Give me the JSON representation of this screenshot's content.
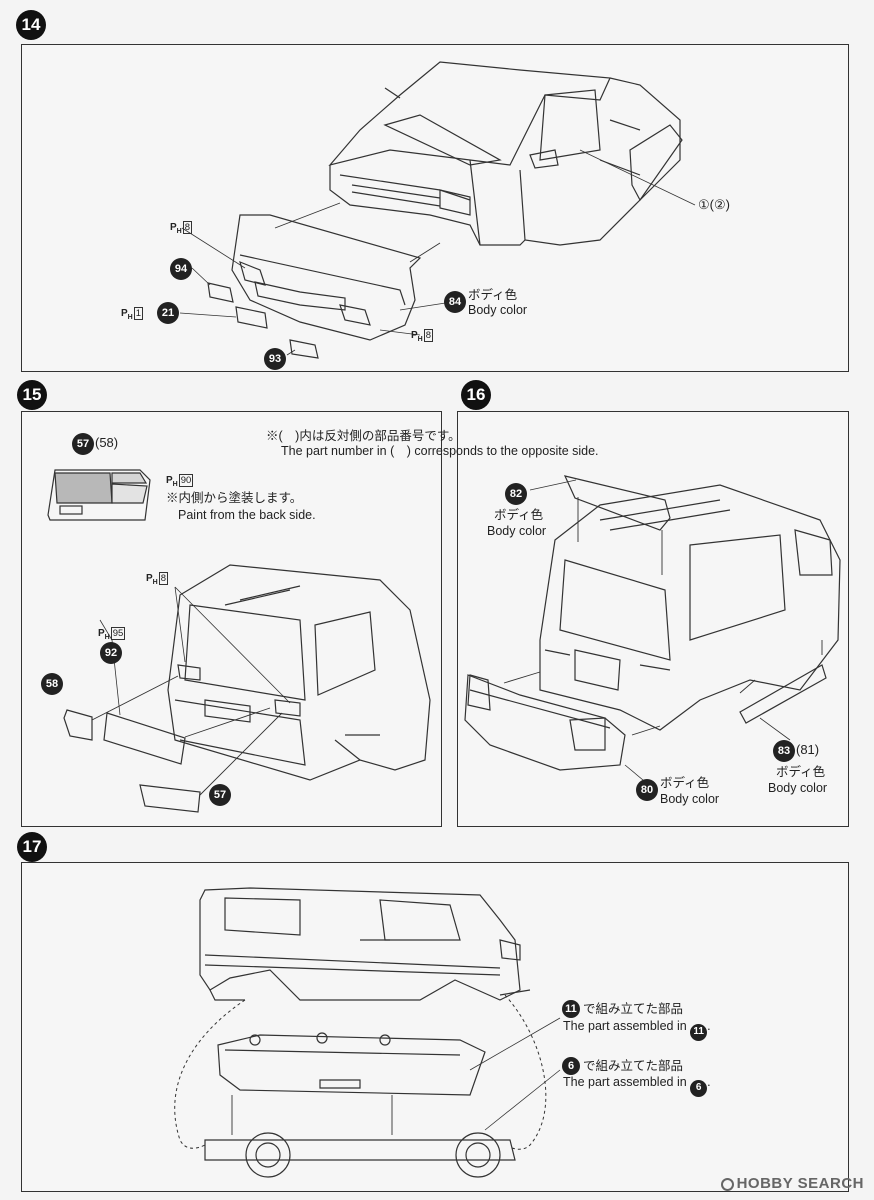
{
  "steps": {
    "s14": {
      "number": "14"
    },
    "s15": {
      "number": "15"
    },
    "s16": {
      "number": "16"
    },
    "s17": {
      "number": "17"
    }
  },
  "step14": {
    "ph_front_upper": "8",
    "ph_front_grille": "1",
    "ph_front_right": "8",
    "part_94": "94",
    "part_21": "21",
    "part_93": "93",
    "part_84": "84",
    "body_panels_label": "①(②)",
    "body_color_jp": "ボディ色",
    "body_color_en": "Body color"
  },
  "note_opposite": {
    "jp": "※(　)内は反対側の部品番号です。",
    "en": "The part number in (　) corresponds to the opposite side."
  },
  "step15": {
    "glass_label_num": "57",
    "glass_label_paren": "(58)",
    "ph_glass": "90",
    "paint_back_jp": "※内側から塗装します。",
    "paint_back_en": "Paint from the back side.",
    "ph_lamps": "8",
    "ph_plate": "95",
    "part_92": "92",
    "part_58": "58",
    "part_57": "57"
  },
  "step16": {
    "part_82": "82",
    "color82_jp": "ボディ色",
    "color82_en": "Body color",
    "part_83": "83",
    "part_81_paren": "(81)",
    "color83_jp": "ボディ色",
    "color83_en": "Body color",
    "part_80": "80",
    "color80_jp": "ボディ色",
    "color80_en": "Body color"
  },
  "step17": {
    "ref11_num": "11",
    "ref11_jp": "で組み立てた部品",
    "ref11_en": "The part assembled in",
    "ref6_num": "6",
    "ref6_jp": "で組み立てた部品",
    "ref6_en": "The part assembled in"
  },
  "watermark": {
    "brand": "HOBBY SEARCH"
  }
}
